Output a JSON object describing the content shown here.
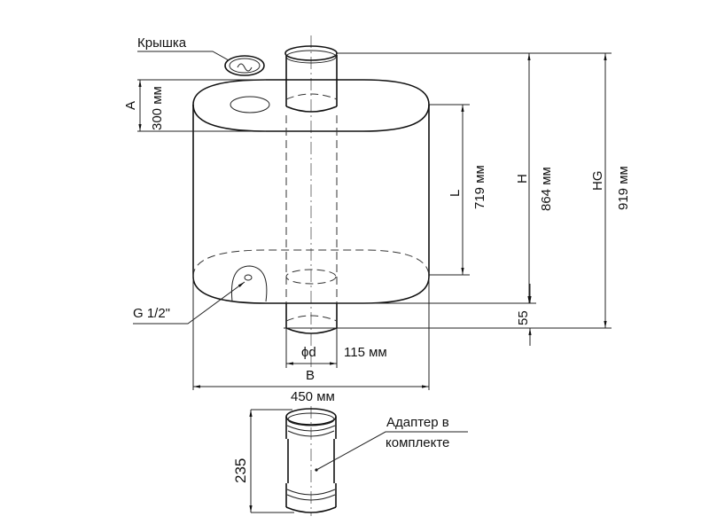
{
  "labels": {
    "lid": "Крышка",
    "dim_a": "A",
    "dim_a_value": "300 мм",
    "dim_l": "L",
    "dim_l_value": "719 мм",
    "dim_h": "H",
    "dim_h_value": "864 мм",
    "dim_hg": "HG",
    "dim_hg_value": "919 мм",
    "dim_55": "55",
    "fitting": "G 1/2\"",
    "diameter": "ϕd",
    "diameter_value": "115 мм",
    "dim_b": "B",
    "width_value": "450 мм",
    "adapter_height": "235",
    "adapter_line1": "Адаптер в",
    "adapter_line2": "комплекте"
  }
}
